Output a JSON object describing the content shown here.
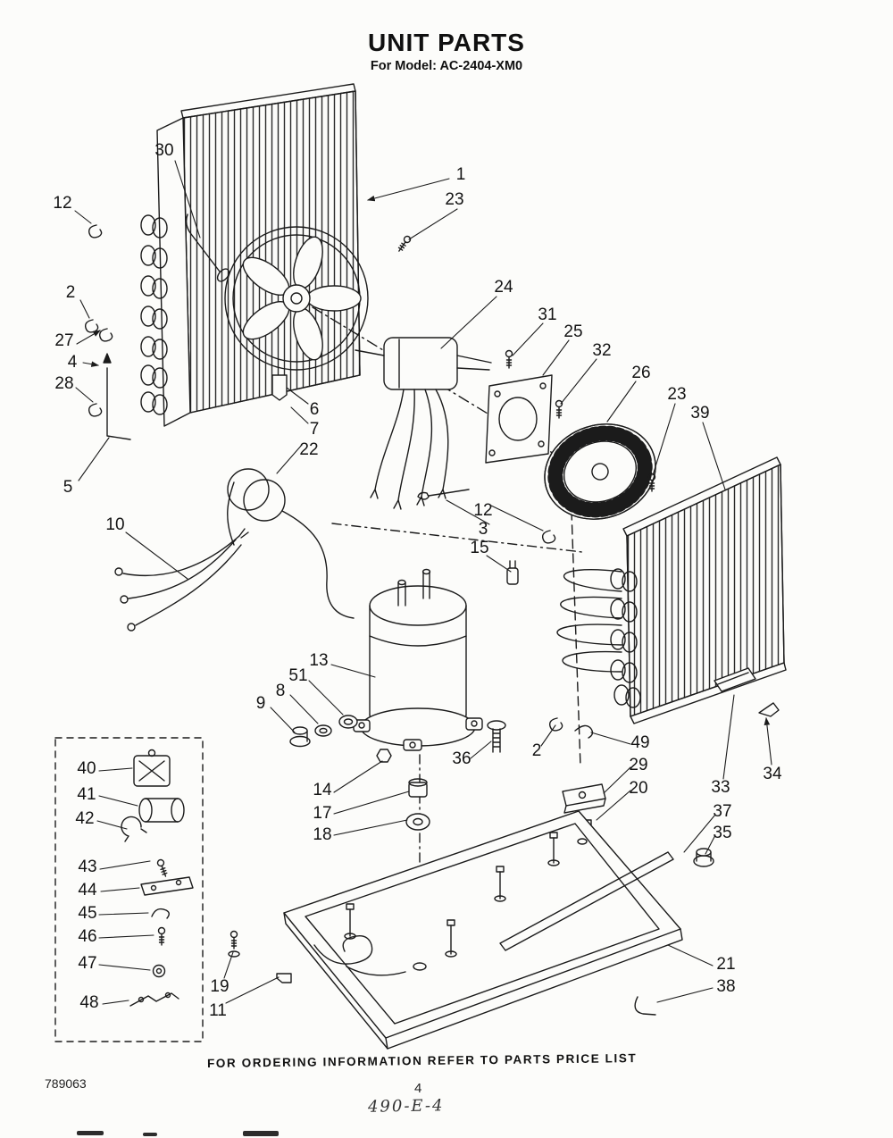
{
  "header": {
    "title": "UNIT PARTS",
    "subtitle": "For Model: AC-2404-XM0"
  },
  "callouts": [
    "30",
    "1",
    "12",
    "23",
    "24",
    "2",
    "31",
    "25",
    "27",
    "32",
    "4",
    "26",
    "28",
    "23",
    "39",
    "6",
    "7",
    "22",
    "5",
    "12",
    "3",
    "10",
    "15",
    "13",
    "51",
    "8",
    "9",
    "2",
    "49",
    "36",
    "29",
    "20",
    "33",
    "34",
    "14",
    "17",
    "18",
    "37",
    "35",
    "40",
    "41",
    "42",
    "43",
    "44",
    "45",
    "46",
    "47",
    "48",
    "19",
    "11",
    "21",
    "38"
  ],
  "footer": {
    "ordering_note": "FOR ORDERING INFORMATION REFER TO PARTS PRICE LIST",
    "doc_number": "789063",
    "page_number": "4",
    "handwritten_ref": "490-E-4"
  }
}
